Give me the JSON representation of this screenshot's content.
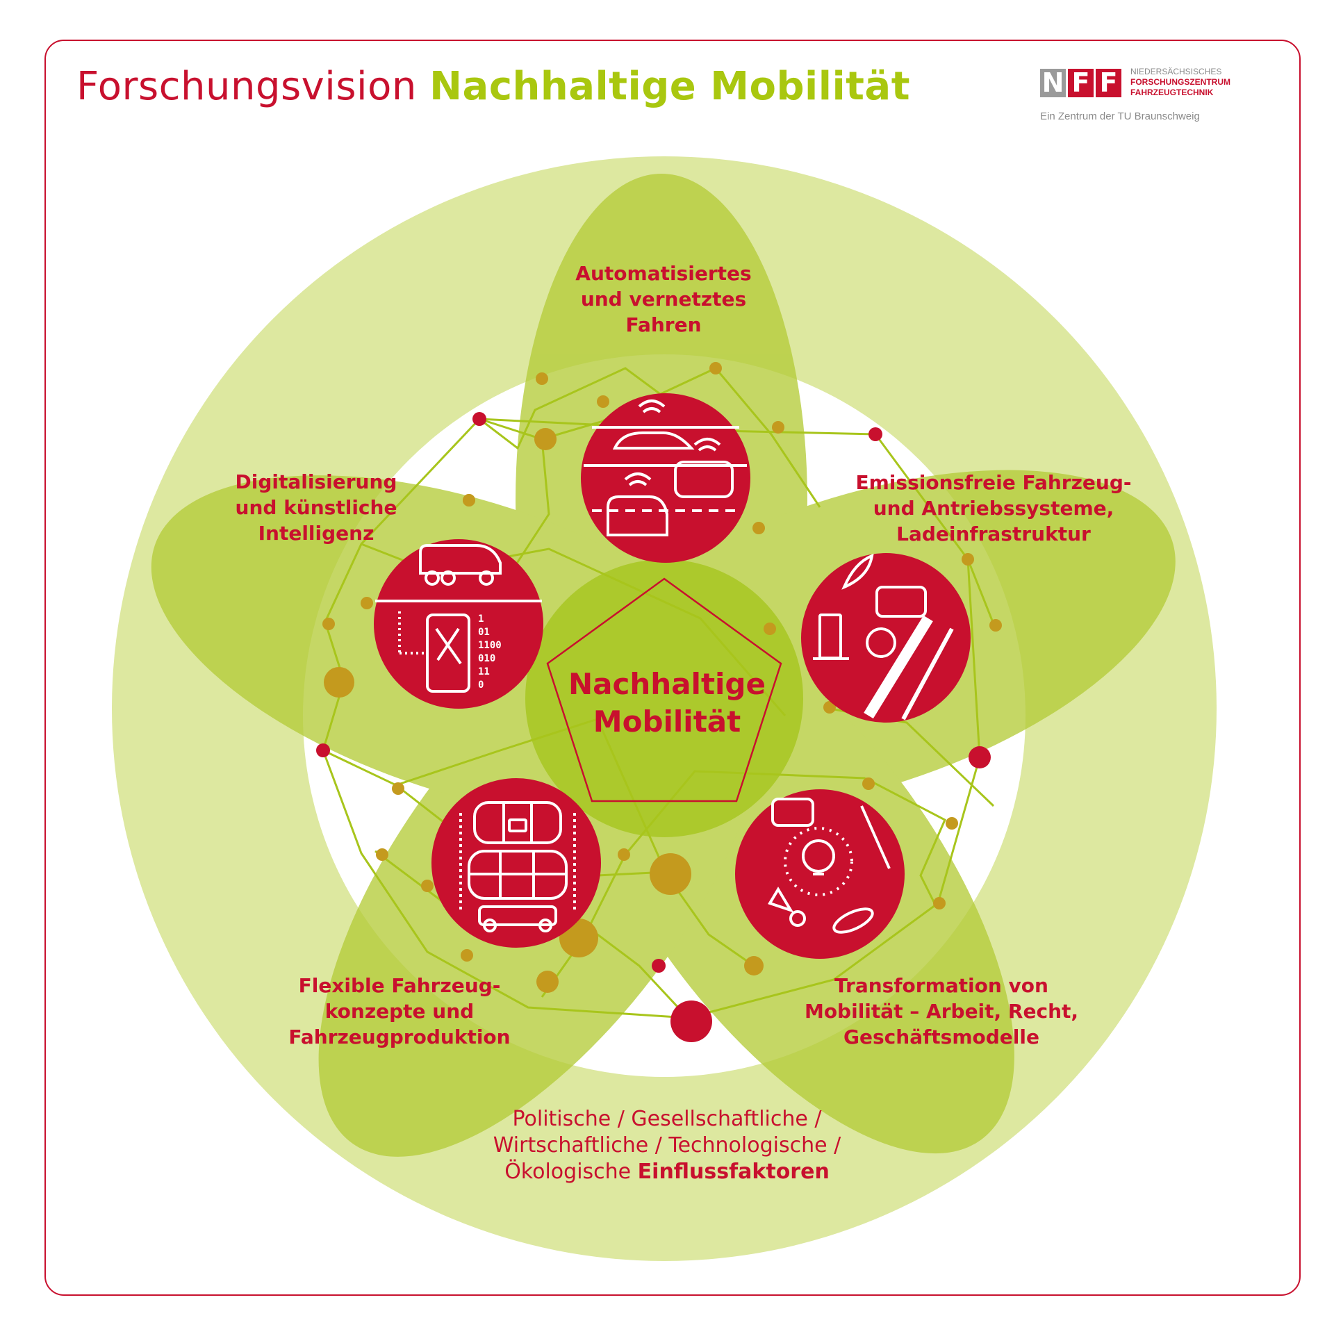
{
  "title": {
    "part1": "Forschungsvision",
    "part2": "Nachhaltige Mobilität"
  },
  "logo": {
    "letters": [
      "N",
      "F",
      "F"
    ],
    "line1": "NIEDERSÄCHSISCHES",
    "line2": "FORSCHUNGSZENTRUM",
    "line3": "FAHRZEUGTECHNIK",
    "subtitle": "Ein Zentrum der TU Braunschweig"
  },
  "center": {
    "label": "Nachhaltige\nMobilität"
  },
  "petals": [
    {
      "id": "automated",
      "label": "Automatisiertes\nund vernetztes\nFahren",
      "icon": "connected-vehicles-icon"
    },
    {
      "id": "emission",
      "label": "Emissionsfreie Fahrzeug-\nund Antriebssysteme,\nLadeinfrastruktur",
      "icon": "charging-station-icon"
    },
    {
      "id": "transformation",
      "label": "Transformation von\nMobilität – Arbeit, Recht,\nGeschäftsmodelle",
      "icon": "mobility-transformation-icon"
    },
    {
      "id": "flexible",
      "label": "Flexible Fahrzeug-\nkonzepte und\nFahrzeugproduktion",
      "icon": "modular-vehicle-icon"
    },
    {
      "id": "digital",
      "label": "Digitalisierung\nund künstliche\nIntelligenz",
      "icon": "smartphone-data-icon"
    }
  ],
  "factors": {
    "line1": "Politische / Gesellschaftliche /",
    "line2": "Wirtschaftliche / Technologische /",
    "line3_regular": "Ökologische ",
    "line3_bold": "Einflussfaktoren"
  },
  "colors": {
    "red": "#c8102e",
    "green_light": "#dde8a0",
    "green_mid": "#b5cc3a",
    "green_dark": "#a3c41a",
    "node_gold": "#c49a1e",
    "frame": "#c8102e"
  }
}
